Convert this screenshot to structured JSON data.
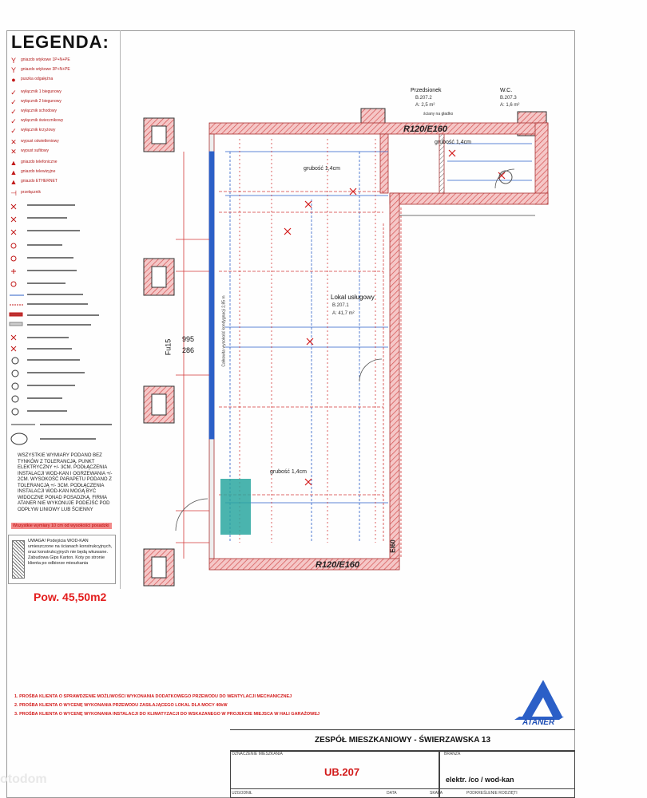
{
  "legend": {
    "title": "LEGENDA:",
    "items": [
      "gniazdo wtykowe 1P+N+PE",
      "gniazdo wtykowe 3P+N+PE",
      "puszka odgałęźna",
      "wyłącznik 1 biegunowy",
      "wyłącznik 2 biegunowy",
      "wyłącznik schodowy",
      "wyłącznik świecznikowy",
      "wyłącznik krzyżowy",
      "wypust oświetleniowy",
      "wypust sufitowy",
      "gniazdo telefoniczne",
      "gniazdo telewizyjne",
      "gniazdo ETHERNET",
      "przełącznik"
    ],
    "note": "Wszystkie wymiary podano bez tynków z tolerancją. Punkt elektryczny +/- 3cm. Podłączenia instalacji wod-kan i ogrzewania +/- 2cm. Wysokość parapetu podano z tolerancją +/- 3cm. Podłączenia instalacji wod-kan mogą być widoczne ponad posadzką. Firma ATANER nie wykonuje podejść pod odpływ liniowy lub ścienny",
    "red_note": "Wszystkie wymiary 10 cm od wysokości posadzki",
    "uwaga": "UWAGA! Podejścia WOD-KAN umieszczone na ścianach konstrukcyjnych, oraz konstrukcyjnych nie będą wkuwane. Zabudowa Gips Karton. Koty po stronie klienta po odbiorze mieszkania",
    "pow": "Pow. 45,50m2"
  },
  "plan": {
    "fire_top": "R120/E160",
    "fire_bottom": "R120/E160",
    "fire_right": "EI60",
    "room_main": "Lokal usługowy",
    "room_main_code": "B.207.1",
    "room_main_area": "A: 41,7 m²",
    "room_przedsionek": "Przedsionek",
    "room_przedsionek_code": "B.207.2",
    "room_przedsionek_area": "A: 2,5 m²",
    "room_wc": "W.C.",
    "room_wc_code": "B.207.3",
    "room_wc_area": "A: 1,6 m²",
    "thickness": "grubość 1,4cm",
    "num_995": "995",
    "num_286": "286",
    "label_fu": "Fu15",
    "label_height": "Całkowita wysokość kondygnacji 2,85 m",
    "walls_note": "ściany na gładko"
  },
  "requests": [
    "1. PROŚBA KLIENTA O SPRAWDZENIE MOŻLIWOŚCI WYKONANIA DODATKOWEGO PRZEWODU DO WENTYLACJI MECHANICZNEJ",
    "2. PROŚBA KLIENTA O WYCENĘ WYKONANIA PRZEWODU ZASILAJĄCEGO LOKAL DLA MOCY 40kW",
    "3. PROŚBA KLIENTA O WYCENĘ WYKONANIA INSTALACJI DO KLIMATYZACJI DO WSKAZANEGO W PROJEKCIE MIEJSCA W HALI GARAŻOWEJ"
  ],
  "logo_text": "ATANER",
  "title_block": {
    "project": "ZESPÓŁ MIESZKANIOWY - ŚWIERZAWSKA 13",
    "label_ozn": "OZNACZENIE MIESZKANIA",
    "label_branza": "BRANŻA",
    "unit": "UB.207",
    "branch": "elektr. /co / wod-kan",
    "label_uzgodnil": "UZGODNIŁ",
    "label_data": "DATA",
    "label_skala": "SKALA",
    "label_podkreslenie": "PODKREŚLENIE RODZIĘTI"
  },
  "watermark": "otodom",
  "colors": {
    "red": "#d21a1a",
    "wall_hatch": "#e07070",
    "blue_line": "#2b5fc7",
    "teal": "#2aa7a0"
  }
}
